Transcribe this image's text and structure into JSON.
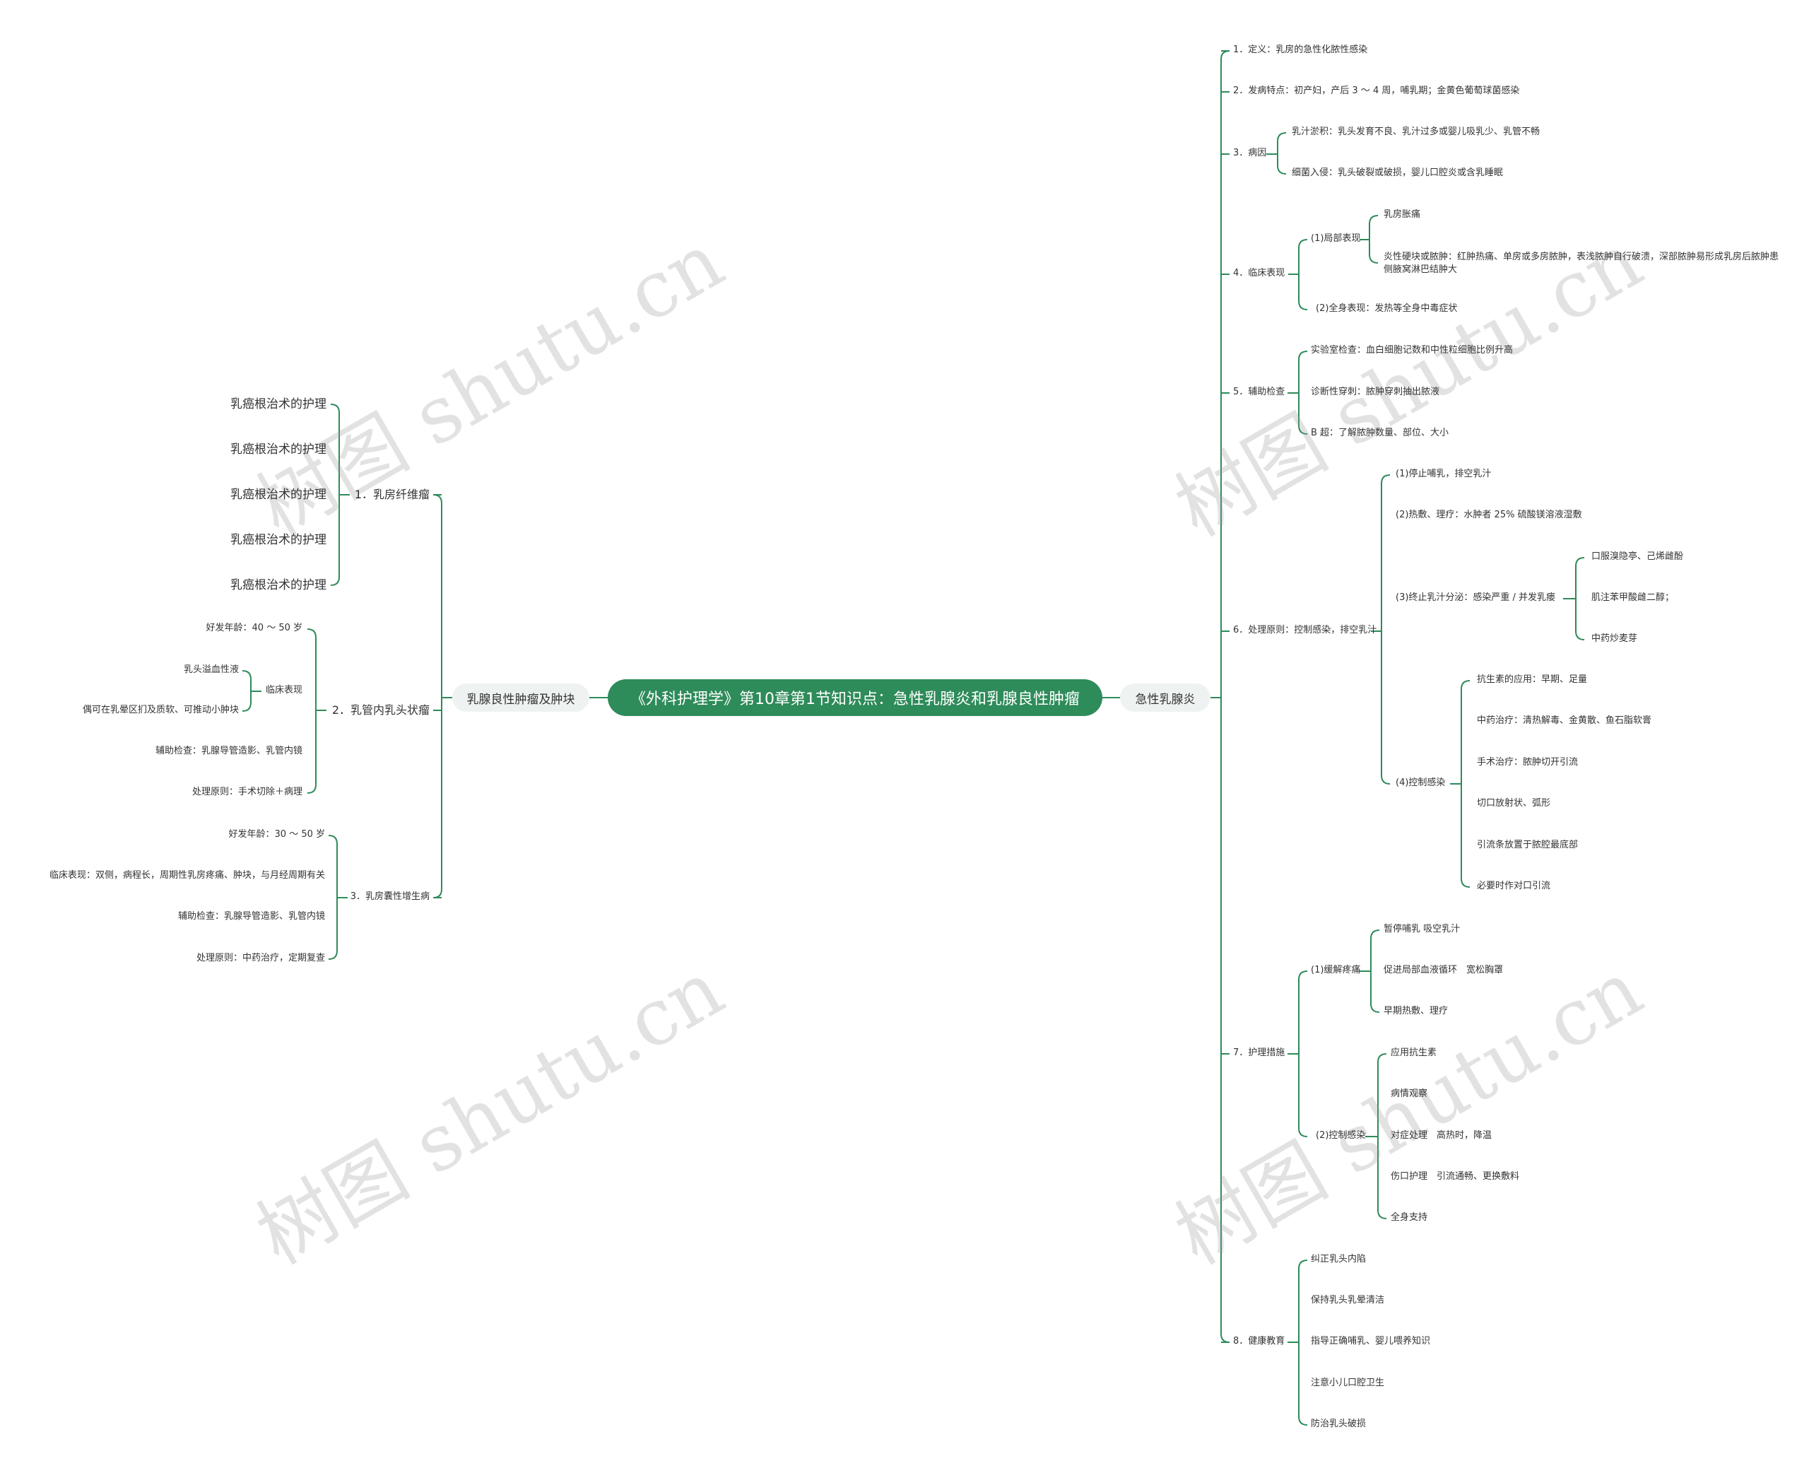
{
  "root": "《外科护理学》第10章第1节知识点：急性乳腺炎和乳腺良性肿瘤",
  "watermark": "树图 shutu.cn",
  "colors": {
    "accent": "#2e8b5a",
    "line": "#2e8b5a",
    "pill_bg": "#eef3f1"
  },
  "right": {
    "label": "急性乳腺炎",
    "children": [
      {
        "label": "1．定义：乳房的急性化脓性感染"
      },
      {
        "label": "2．发病特点：初产妇，产后 3 ～ 4 周，哺乳期；金黄色葡萄球菌感染"
      },
      {
        "label": "3．病因",
        "children": [
          {
            "label": "乳汁淤积：乳头发育不良、乳汁过多或婴儿吸乳少、乳管不畅"
          },
          {
            "label": "细菌入侵：乳头破裂或破损，婴儿口腔炎或含乳睡眠"
          }
        ]
      },
      {
        "label": "4．临床表现",
        "children": [
          {
            "label": "(1)局部表现",
            "children": [
              {
                "label": "乳房胀痛"
              },
              {
                "label": "炎性硬块或脓肿：红肿热痛、单房或多房脓肿，表浅脓肿自行破溃，深部脓肿易形成乳房后脓肿患侧腋窝淋巴结肿大"
              }
            ]
          },
          {
            "label": "(2)全身表现：发热等全身中毒症状"
          }
        ]
      },
      {
        "label": "5．辅助检查",
        "children": [
          {
            "label": "实验室检查：血白细胞记数和中性粒细胞比例升高"
          },
          {
            "label": "诊断性穿刺：脓肿穿刺抽出脓液"
          },
          {
            "label": "B 超：了解脓肿数量、部位、大小"
          }
        ]
      },
      {
        "label": "6．处理原则：控制感染，排空乳汁",
        "children": [
          {
            "label": "(1)停止哺乳，排空乳汁"
          },
          {
            "label": "(2)热敷、理疗：水肿者 25% 硫酸镁溶液湿敷"
          },
          {
            "label": "(3)终止乳汁分泌：感染严重 / 并发乳瘘",
            "children": [
              {
                "label": "口服溴隐亭、己烯雌酚"
              },
              {
                "label": "肌注苯甲酸雌二醇；"
              },
              {
                "label": "中药炒麦芽"
              }
            ]
          },
          {
            "label": "(4)控制感染",
            "children": [
              {
                "label": "抗生素的应用：早期、足量"
              },
              {
                "label": "中药治疗：清热解毒、金黄散、鱼石脂软膏"
              },
              {
                "label": "手术治疗：脓肿切开引流"
              },
              {
                "label": "切口放射状、弧形"
              },
              {
                "label": "引流条放置于脓腔最底部"
              },
              {
                "label": "必要时作对口引流"
              }
            ]
          }
        ]
      },
      {
        "label": "7．护理措施",
        "children": [
          {
            "label": "(1)缓解疼痛",
            "children": [
              {
                "label": "暂停哺乳 吸空乳汁"
              },
              {
                "label": "促进局部血液循环　宽松胸罩"
              },
              {
                "label": "早期热敷、理疗"
              }
            ]
          },
          {
            "label": "(2)控制感染",
            "children": [
              {
                "label": "应用抗生素"
              },
              {
                "label": "病情观察"
              },
              {
                "label": "对症处理　高热时，降温"
              },
              {
                "label": "伤口护理　引流通畅、更换敷料"
              },
              {
                "label": "全身支持"
              }
            ]
          }
        ]
      },
      {
        "label": "8．健康教育",
        "children": [
          {
            "label": "纠正乳头内陷"
          },
          {
            "label": "保持乳头乳晕清洁"
          },
          {
            "label": "指导正确哺乳、婴儿喂养知识"
          },
          {
            "label": "注意小儿口腔卫生"
          },
          {
            "label": "防治乳头破损"
          }
        ]
      }
    ]
  },
  "left": {
    "label": "乳腺良性肿瘤及肿块",
    "children": [
      {
        "label": "1．乳房纤维瘤",
        "children": [
          {
            "label": "乳癌根治术的护理"
          },
          {
            "label": "乳癌根治术的护理"
          },
          {
            "label": "乳癌根治术的护理"
          },
          {
            "label": "乳癌根治术的护理"
          },
          {
            "label": "乳癌根治术的护理"
          }
        ]
      },
      {
        "label": "2．乳管内乳头状瘤",
        "children": [
          {
            "label": "好发年龄：40 ～ 50 岁"
          },
          {
            "label": "临床表现",
            "children": [
              {
                "label": "乳头溢血性液"
              },
              {
                "label": "偶可在乳晕区扪及质软、可推动小肿块"
              }
            ]
          },
          {
            "label": "辅助检查：乳腺导管造影、乳管内镜"
          },
          {
            "label": "处理原则：手术切除＋病理"
          }
        ]
      },
      {
        "label": "3．乳房囊性增生病",
        "children": [
          {
            "label": "好发年龄：30 ～ 50 岁"
          },
          {
            "label": "临床表现：双侧，病程长，周期性乳房疼痛、肿块，与月经周期有关"
          },
          {
            "label": "辅助检查：乳腺导管造影、乳管内镜"
          },
          {
            "label": "处理原则：中药治疗，定期复查"
          }
        ]
      }
    ]
  }
}
